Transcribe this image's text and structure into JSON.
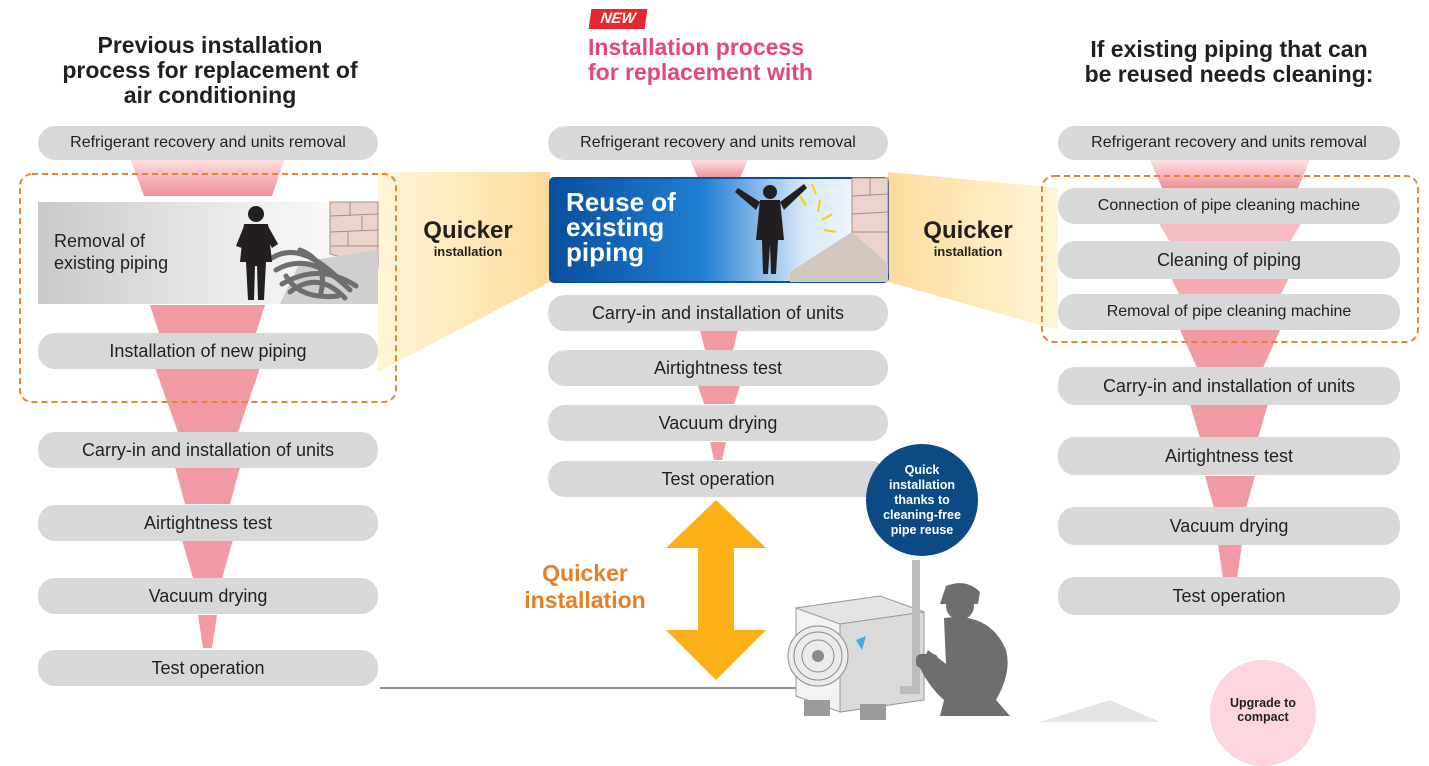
{
  "left": {
    "title": "Previous installation process for replacement of air conditioning",
    "title_lines": [
      "Previous installation",
      "process for replacement of",
      "air conditioning"
    ],
    "steps": {
      "recovery": "Refrigerant recovery and units removal",
      "removal_lines": [
        "Removal of",
        "existing piping"
      ],
      "new_piping": "Installation of new piping",
      "carry_in": "Carry-in and installation of units",
      "airtight": "Airtightness test",
      "vacuum": "Vacuum drying",
      "test": "Test operation"
    }
  },
  "middle": {
    "badge": "NEW",
    "title_lines": [
      "Installation process",
      "for replacement with"
    ],
    "steps": {
      "recovery": "Refrigerant recovery and units removal",
      "reuse_lines": [
        "Reuse of",
        "existing",
        "piping"
      ],
      "carry_in": "Carry-in and installation of units",
      "airtight": "Airtightness test",
      "vacuum": "Vacuum drying",
      "test": "Test operation"
    },
    "quicker_lines": [
      "Quicker",
      "installation"
    ],
    "bubble_lines": [
      "Quick",
      "installation",
      "thanks to",
      "cleaning-free",
      "pipe reuse"
    ]
  },
  "right": {
    "title_lines": [
      "If existing piping that can",
      "be reused needs cleaning:"
    ],
    "steps": {
      "recovery": "Refrigerant recovery and units removal",
      "connect": "Connection of pipe cleaning machine",
      "cleaning": "Cleaning of piping",
      "remove_machine": "Removal of pipe cleaning machine",
      "carry_in": "Carry-in and installation of units",
      "airtight": "Airtightness test",
      "vacuum": "Vacuum drying",
      "test": "Test operation"
    },
    "upgrade_lines": [
      "Upgrade to",
      "compact"
    ]
  },
  "quicker_left": {
    "big": "Quicker",
    "small": "installation"
  },
  "quicker_right": {
    "big": "Quicker",
    "small": "installation"
  },
  "colors": {
    "pill": "#d8d8d9",
    "wedge": "#f08f98",
    "accent_pink": "#e8457a",
    "badge_red": "#e8262d",
    "orange": "#e67e22",
    "arrow_yellow": "#fbb017",
    "glow": "#fde3a3",
    "reuse_blue": "#0b5fae",
    "bubble_navy": "#0c4a86",
    "dashed_orange": "#e8842a"
  }
}
